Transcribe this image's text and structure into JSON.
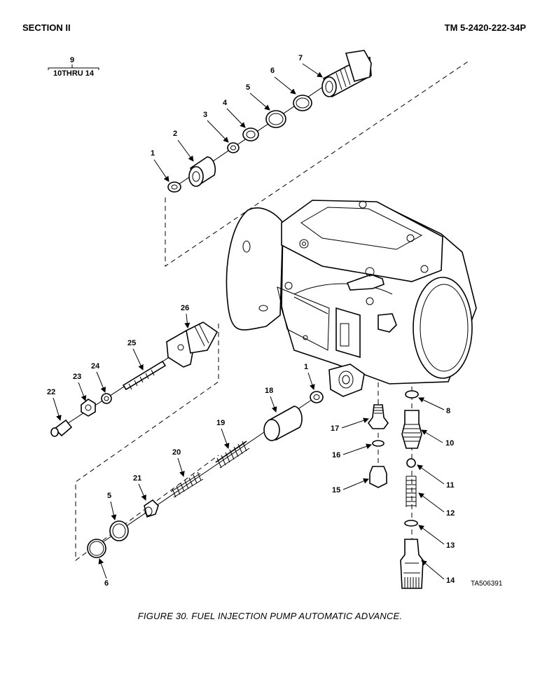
{
  "header": {
    "section": "SECTION II",
    "manual": "TM 5-2420-222-34P"
  },
  "group_callout": {
    "number": "9",
    "range": "10THRU 14"
  },
  "callouts": [
    "1",
    "2",
    "3",
    "4",
    "5",
    "6",
    "7",
    "26",
    "25",
    "24",
    "23",
    "22",
    "1",
    "18",
    "19",
    "20",
    "21",
    "5",
    "6",
    "17",
    "16",
    "15",
    "8",
    "10",
    "11",
    "12",
    "13",
    "14"
  ],
  "figure_id": "TA506391",
  "caption": "FIGURE 30.  FUEL INJECTION PUMP AUTOMATIC ADVANCE."
}
